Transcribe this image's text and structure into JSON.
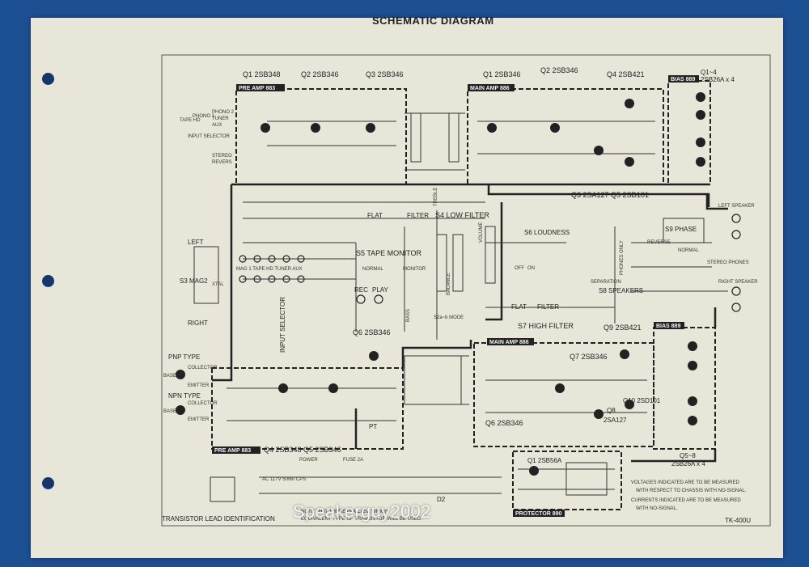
{
  "title": "SCHEMATIC DIAGRAM",
  "model": "TK-400U",
  "watermark": "Speakerguy2002",
  "transistor_lead_id": "TRANSISTOR LEAD IDENTIFICATION",
  "equiv_note_1": "NOTE THAT THERE IS A CASE WHICH",
  "equiv_note_2": "EQUIVALENT TYPE OF TRANSISTOR WILL BE USED.",
  "voltage_note_1": "VOLTAGES INDICATED ARE TO BE MEASURED",
  "voltage_note_2": "WITH RESPECT TO CHASSIS WITH NO-SIGNAL.",
  "current_note_1": "CURRENTS INDICATED ARE TO BE MEASURED",
  "current_note_2": "WITH NO-SIGNAL.",
  "blocks": {
    "pre_amp_top": "PRE AMP 883",
    "main_amp_top": "MAIN AMP 886",
    "bias_top": "BIAS 889",
    "main_amp_bottom": "MAIN AMP 886",
    "bias_bottom": "BIAS 889",
    "pre_amp_bottom": "PRE AMP 883",
    "protector": "PROTECTOR 890"
  },
  "transistors": {
    "q1_top": "Q1  2SB348",
    "q2_top": "Q2  2SB346",
    "q3_top": "Q3  2SB346",
    "q1_main": "Q1  2SB346",
    "q2_main": "Q2  2SB346",
    "q4_main": "Q4  2SB421",
    "q1_4": "Q1~4",
    "q1_4_type": "2SB26A x 4",
    "q3_q5": "Q3  2SA127     Q5  2SD101",
    "q6_mid": "Q6 2SB346",
    "q9": "Q9  2SB421",
    "q7": "Q7 2SB346",
    "q6_bottom": "Q6  2SB346",
    "q8": "Q8",
    "q8_type": "2SA127",
    "q10": "Q10 2SD101",
    "q4_q5_bottom": "Q4  2SB348     Q5  2SB346",
    "q5_8": "Q5~8",
    "q5_8_type": "2SB26A x 4",
    "q1_prot": "Q1 2SB56A"
  },
  "labels": {
    "input_selector": "INPUT SELECTOR",
    "left": "LEFT",
    "right": "RIGHT",
    "s3_mag2": "S3 MAG2",
    "xtal": "XTAL",
    "tape_hd_tuner_aux": "MAG 1  TAPE HD  TUNER  AUX",
    "flat": "FLAT",
    "filter": "FILTER",
    "s4_low_filter": "S4 LOW FILTER",
    "s5_tape_monitor": "S5 TAPE MONITOR",
    "normal": "NORMAL",
    "monitor": "MONITOR",
    "rec": "REC",
    "play": "PLAY",
    "balance": "BALANCE",
    "bass": "BASS",
    "treble": "TREBLE",
    "volume": "VOLUME",
    "s2_mode": "S2a~b MODE",
    "s6_loudness": "S6 LOUDNESS",
    "off": "OFF",
    "on": "ON",
    "s7_high_filter": "S7 HIGH FILTER",
    "separation": "SEPARATION",
    "phones_only": "PHONES ONLY",
    "s8_speakers": "S8 SPEAKERS",
    "s9_phase": "S9 PHASE",
    "reverse": "REVERSE",
    "normal2": "NORMAL",
    "left_speaker": "LEFT SPEAKER",
    "stereo_phones": "STEREO PHONES",
    "right_speaker": "RIGHT SPEAKER",
    "input_selector_vert": "INPUT SELECTOR",
    "pnp_type": "PNP TYPE",
    "npn_type": "NPN TYPE",
    "base": "BASE",
    "collector": "COLLECTOR",
    "emitter": "EMITTER",
    "ac_power": "AC 117V 50/60 CPS",
    "power": "POWER",
    "fuse": "FUSE 2A",
    "pt": "PT",
    "d2": "D2",
    "phono1": "PHONO 1",
    "phono2": "PHONO 2",
    "tuner": "TUNER",
    "aux": "AUX",
    "tape_hd": "TAPE HD",
    "stereo": "STEREO",
    "reverse_small": "REVERS",
    "s9": "S9"
  }
}
